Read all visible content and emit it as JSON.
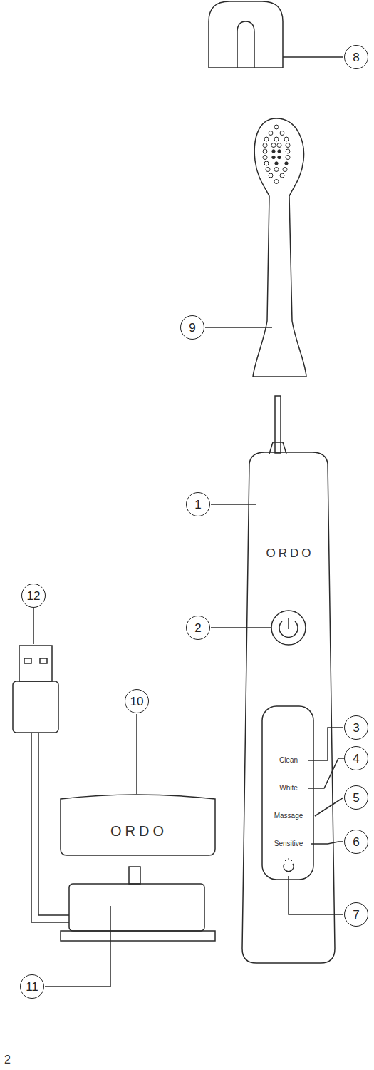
{
  "diagram": {
    "labels": [
      "8",
      "9",
      "1",
      "ORDO",
      "2",
      "Clean",
      "White",
      "Massage",
      "Sensitive",
      "3",
      "4",
      "5",
      "6",
      "7",
      "12",
      "10",
      "ORDO",
      "11",
      "2"
    ]
  }
}
